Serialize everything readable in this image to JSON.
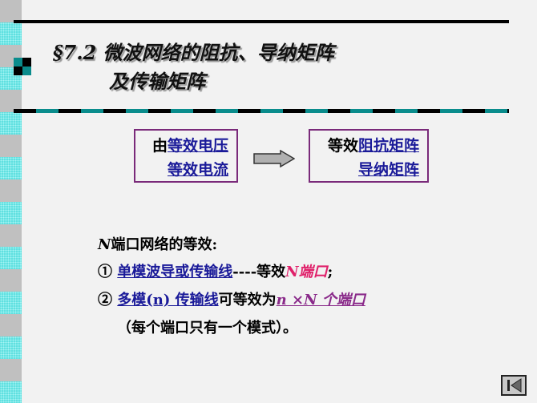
{
  "title": {
    "line1": "§7.2 微波网络的阻抗、导纳矩阵",
    "line2": "及传输矩阵"
  },
  "box_left": {
    "prefix": "由",
    "item1": "等效电压",
    "item2": "等效电流"
  },
  "box_right": {
    "prefix": "等效",
    "item1": "阻抗矩阵",
    "item2": "导纳矩阵"
  },
  "body": {
    "heading_n": "N",
    "heading": "端口网络的等效:",
    "item1_num": "①",
    "item1_link": "单模波导或传输线",
    "item1_mid": "----等效",
    "item1_hl": "N端口",
    "item1_end": ";",
    "item2_num": "②",
    "item2_link": "多模(n) 传输线",
    "item2_mid": "可等效为",
    "item2_hl": "n ×N 个端口",
    "item2_note": "（每个端口只有一个模式）。"
  },
  "nav": {
    "icon": "first-slide-icon"
  }
}
